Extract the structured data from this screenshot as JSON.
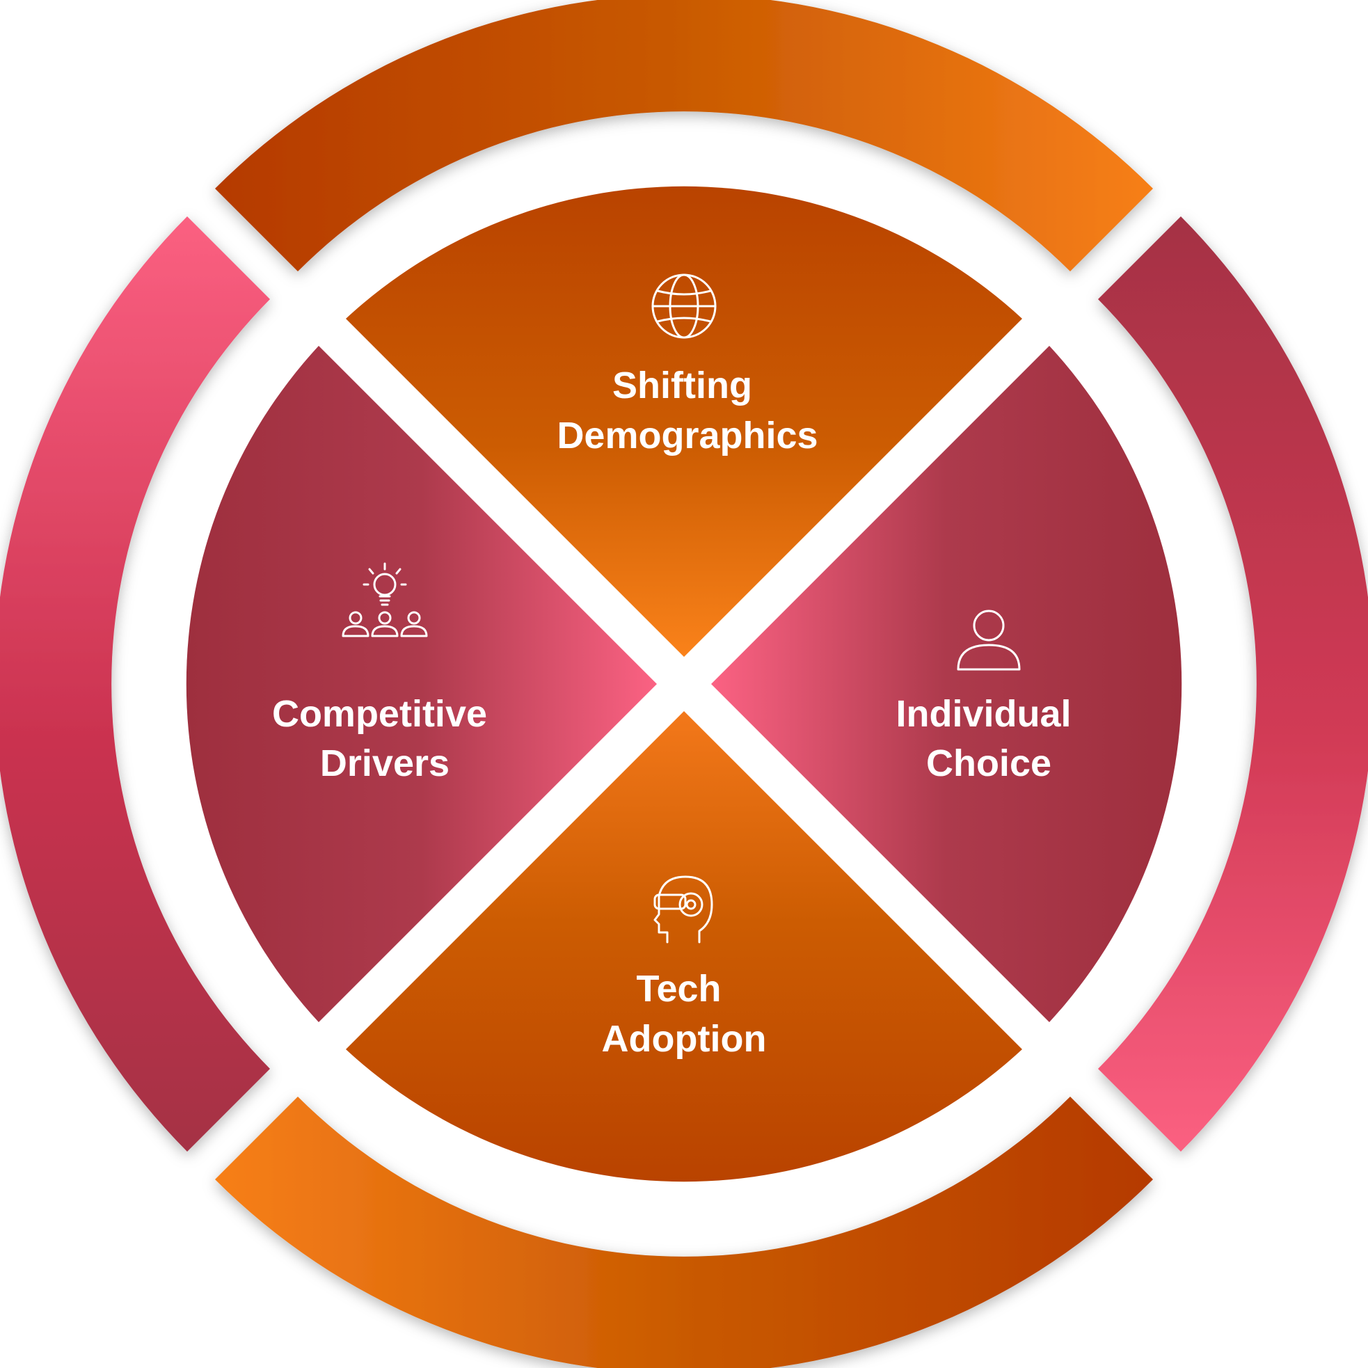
{
  "diagram": {
    "colors": {
      "orange_light": "#F7801E",
      "orange_dark": "#B63F00",
      "pink_light": "#FB5E80",
      "crimson_dark": "#A2313F"
    },
    "quadrants": [
      {
        "id": "top",
        "icon": "globe-icon",
        "lines": [
          "Shifting",
          "Demographics"
        ]
      },
      {
        "id": "right",
        "icon": "person-icon",
        "lines": [
          "Individual",
          "Choice"
        ]
      },
      {
        "id": "bottom",
        "icon": "vr-headset-head-icon",
        "lines": [
          "Tech",
          "Adoption"
        ]
      },
      {
        "id": "left",
        "icon": "lightbulb-team-icon",
        "lines": [
          "Competitive",
          "Drivers"
        ]
      }
    ]
  }
}
